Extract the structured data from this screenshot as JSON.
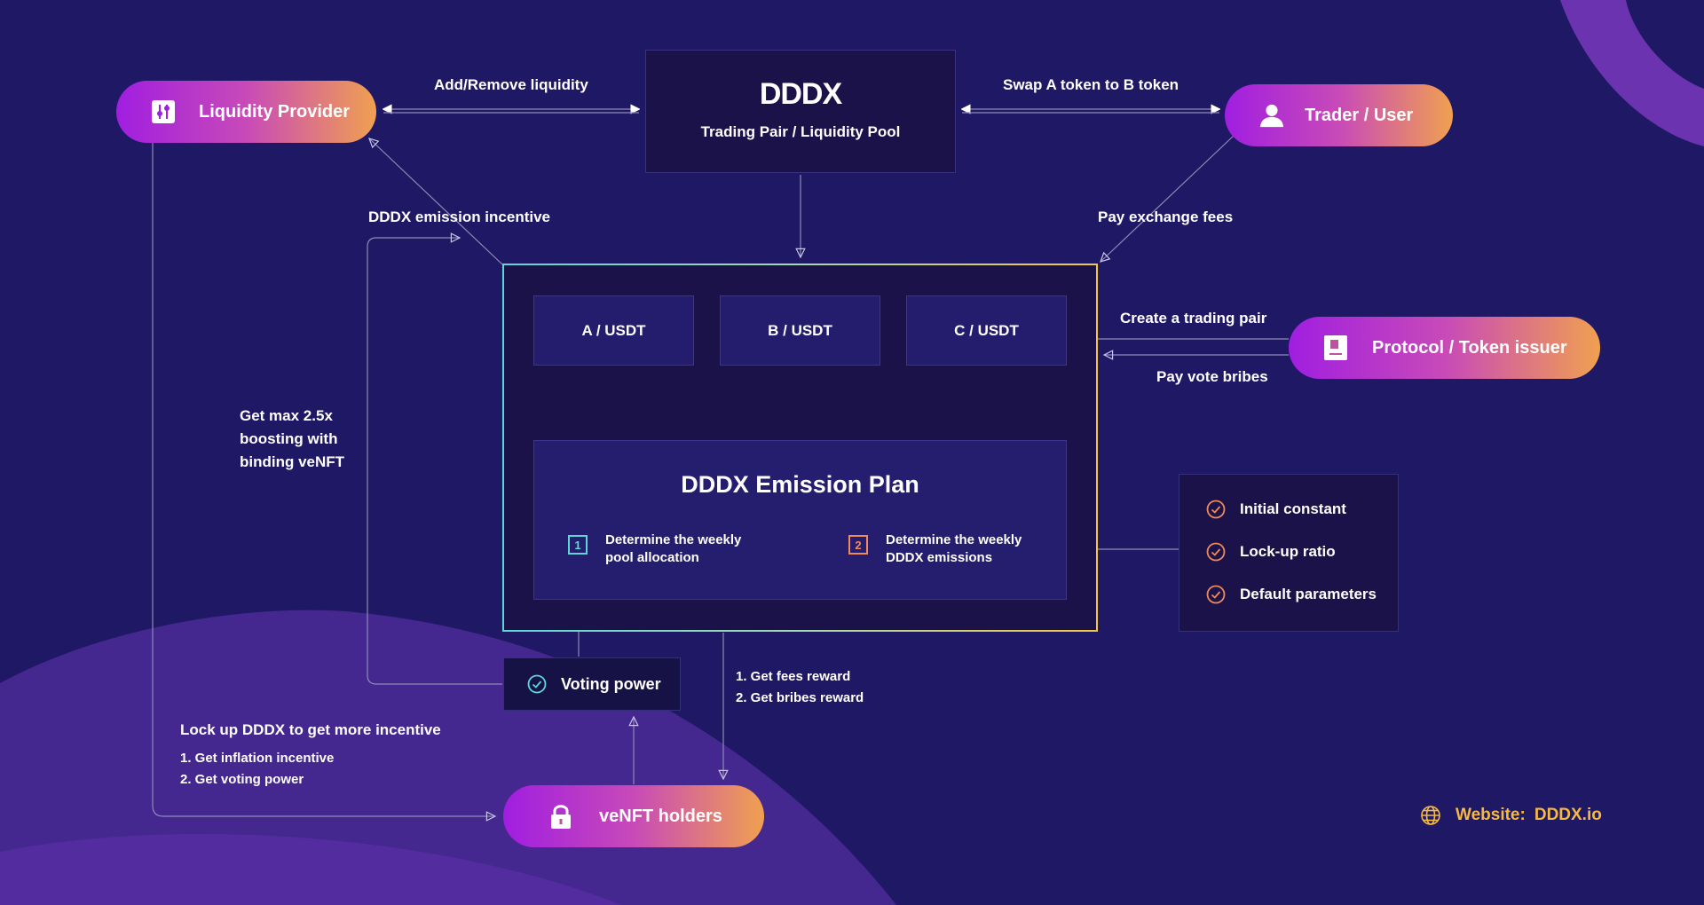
{
  "colors": {
    "background": "#1f1865",
    "pill_gradient_start": "#a01ee0",
    "pill_gradient_end": "#f0a050",
    "accent_yellow": "#f5b942",
    "accent_cyan": "#5ed6d6",
    "accent_orange": "#f08a5a",
    "blob_purple": "#4b2a96"
  },
  "actors": {
    "liquidity_provider": {
      "label": "Liquidity Provider",
      "icon": "sliders-icon"
    },
    "trader": {
      "label": "Trader / User",
      "icon": "user-icon"
    },
    "protocol": {
      "label": "Protocol / Token issuer",
      "icon": "document-icon"
    },
    "venft": {
      "label": "veNFT holders",
      "icon": "lock-icon"
    }
  },
  "pool": {
    "logo": "DDDX",
    "subtitle": "Trading Pair / Liquidity Pool"
  },
  "edges": {
    "add_remove_liquidity": "Add/Remove liquidity",
    "swap": "Swap A token to B token",
    "emission_incentive": "DDDX emission incentive",
    "exchange_fees": "Pay exchange fees",
    "create_pair": "Create a trading pair",
    "vote_bribes": "Pay vote bribes",
    "boosting": [
      "Get max 2.5x",
      "boosting with",
      "binding veNFT"
    ],
    "rewards": [
      "1. Get fees reward",
      "2. Get bribes reward"
    ],
    "lockup_title": "Lock up DDDX to get more incentive",
    "lockup_items": [
      "1. Get inflation incentive",
      "2. Get voting power"
    ]
  },
  "pairs": [
    "A / USDT",
    "B / USDT",
    "C / USDT"
  ],
  "emission_plan": {
    "title": "DDDX Emission Plan",
    "steps": [
      {
        "num": "1",
        "line1": "Determine the weekly",
        "line2": "pool allocation"
      },
      {
        "num": "2",
        "line1": "Determine the weekly",
        "line2": "DDDX emissions"
      }
    ]
  },
  "voting_power": "Voting power",
  "parameters": [
    "Initial constant",
    "Lock-up ratio",
    "Default parameters"
  ],
  "website": {
    "label": "Website:",
    "url": "DDDX.io",
    "icon": "globe-icon"
  }
}
